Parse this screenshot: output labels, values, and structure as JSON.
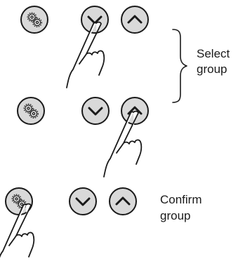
{
  "labels": {
    "select_line1": "Select",
    "select_line2": "group",
    "confirm_line1": "Confirm",
    "confirm_line2": "group"
  },
  "steps": [
    {
      "id": "step-1",
      "pressed_button": "down"
    },
    {
      "id": "step-2",
      "pressed_button": "up"
    },
    {
      "id": "step-3",
      "pressed_button": "gear"
    }
  ],
  "icons": {
    "gear": "gear-icon",
    "down": "chevron-down-icon",
    "up": "chevron-up-icon",
    "hand": "pointing-hand-icon",
    "brace": "curly-brace-icon"
  },
  "colors": {
    "button_fill": "#d9d9d9",
    "outline": "#1a1a1a",
    "background": "#ffffff"
  }
}
